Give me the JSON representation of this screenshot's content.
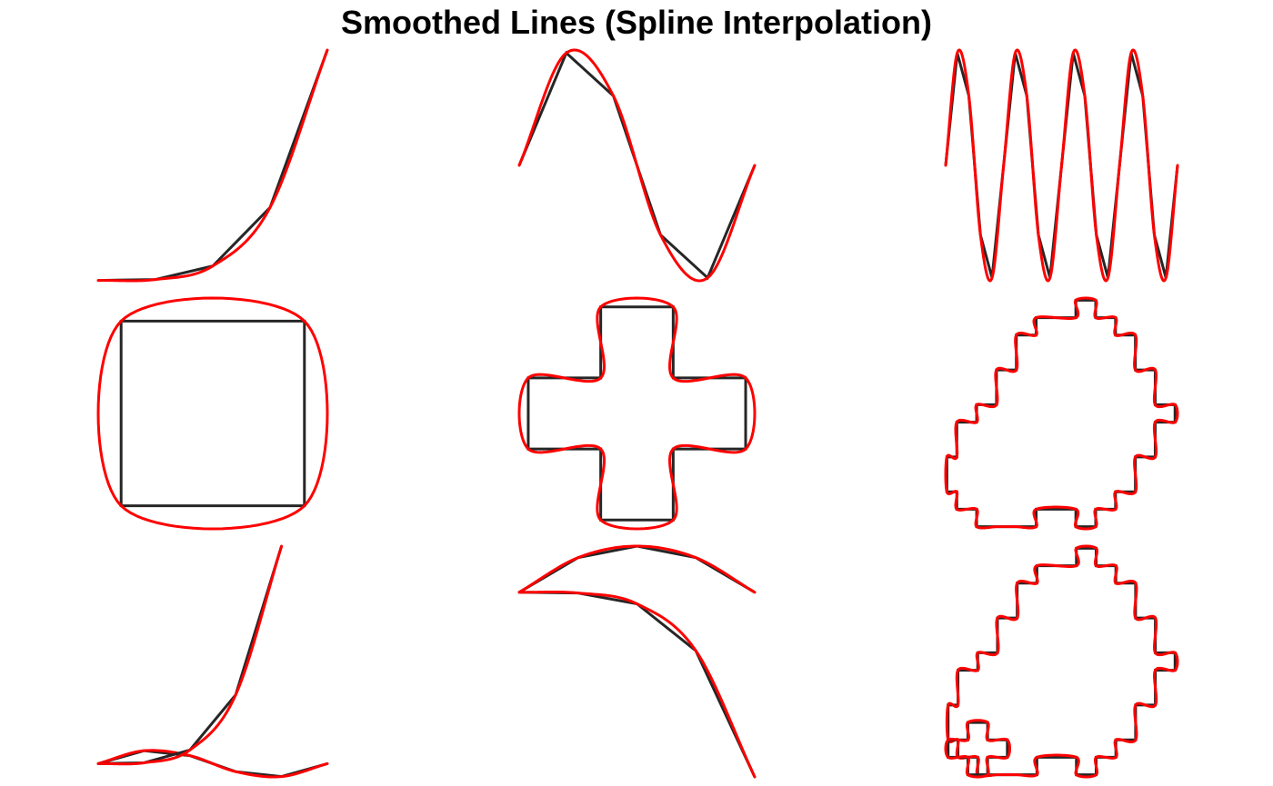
{
  "title": "Smoothed Lines (Spline Interpolation)",
  "colors": {
    "raw": "#262626",
    "smooth": "#ff0000",
    "background": "#ffffff"
  },
  "chart_data": [
    {
      "type": "line",
      "panel": "r1c1",
      "closed": false,
      "series": [
        {
          "x": [
            0,
            1,
            2,
            3,
            4
          ],
          "y": [
            0,
            0.0625,
            1,
            5.0625,
            16
          ]
        }
      ],
      "grid": false,
      "axes": "off"
    },
    {
      "type": "line",
      "panel": "r1c2",
      "closed": false,
      "series": [
        {
          "x": [
            0,
            1,
            2,
            3,
            4,
            5
          ],
          "y": [
            0,
            0.951,
            0.588,
            -0.588,
            -0.951,
            0
          ]
        }
      ],
      "grid": false,
      "axes": "off"
    },
    {
      "type": "line",
      "panel": "r1c3",
      "closed": false,
      "series": [
        {
          "x": [
            0,
            1,
            2,
            3,
            4,
            5,
            6,
            7,
            8,
            9,
            10,
            11,
            12,
            13,
            14,
            15,
            16,
            17,
            18,
            19,
            20
          ],
          "y": [
            0,
            0.951,
            0.588,
            -0.588,
            -0.951,
            0,
            0.951,
            0.588,
            -0.588,
            -0.951,
            0,
            0.951,
            0.588,
            -0.588,
            -0.951,
            0,
            0.951,
            0.588,
            -0.588,
            -0.951,
            0
          ]
        }
      ],
      "grid": false,
      "axes": "off"
    },
    {
      "type": "line",
      "panel": "r2c1",
      "closed": true,
      "series": [
        {
          "x": [
            0,
            1,
            1,
            0
          ],
          "y": [
            0,
            0,
            1,
            1
          ]
        }
      ],
      "grid": false,
      "axes": "off"
    },
    {
      "type": "line",
      "panel": "r2c2",
      "closed": true,
      "series": [
        {
          "x": [
            1,
            2,
            2,
            3,
            3,
            2,
            2,
            1,
            1,
            0,
            0,
            1
          ],
          "y": [
            0,
            0,
            1,
            1,
            2,
            2,
            3,
            3,
            2,
            2,
            1,
            1
          ]
        }
      ],
      "grid": false,
      "axes": "off"
    },
    {
      "type": "line",
      "panel": "r2c3",
      "closed": true,
      "series": [
        {
          "x": [
            3.5,
            4.5,
            4.5,
            6.5,
            6.5,
            7.5,
            7.5,
            8.5,
            8.5,
            9.5,
            9.5,
            10.5,
            10.5,
            11.5,
            11.5,
            10.5,
            10.5,
            9.5,
            9.5,
            8.5,
            8.5,
            7.5,
            7.5,
            6.5,
            6.5,
            4.5,
            4.5,
            3.5,
            3.5,
            2.5,
            2.5,
            1.5,
            1.5,
            0.5,
            0.5,
            0,
            0,
            0.5,
            0.5,
            1.5,
            1.5,
            2.5,
            2.5,
            3.5
          ],
          "y": [
            0,
            0,
            1,
            1,
            0,
            0,
            1,
            1,
            2,
            2,
            4,
            4,
            6,
            6,
            7,
            7,
            9,
            9,
            11,
            11,
            12,
            12,
            13,
            13,
            12,
            12,
            11,
            11,
            9,
            9,
            7,
            7,
            6,
            6,
            4,
            4,
            2,
            2,
            1,
            1,
            0,
            0,
            0,
            0
          ]
        }
      ],
      "grid": false,
      "axes": "off"
    },
    {
      "type": "line",
      "panel": "r3c1",
      "closed": false,
      "series": [
        {
          "x": [
            0,
            1,
            2,
            3,
            4,
            5
          ],
          "y": [
            0,
            0.951,
            0.588,
            -0.588,
            -0.951,
            0
          ]
        },
        {
          "x": [
            0,
            1,
            2,
            3,
            4
          ],
          "y": [
            0,
            0.0625,
            1,
            5.0625,
            16
          ]
        }
      ],
      "grid": false,
      "axes": "off"
    },
    {
      "type": "line",
      "panel": "r3c2",
      "closed": false,
      "series": [
        {
          "x": [
            0,
            1,
            2,
            3,
            4
          ],
          "y": [
            0,
            -0.0625,
            -1,
            -5.0625,
            -16
          ]
        },
        {
          "x": [
            0,
            1,
            2,
            3,
            4
          ],
          "y": [
            0,
            3,
            4,
            3,
            0
          ]
        }
      ],
      "grid": false,
      "axes": "off"
    },
    {
      "type": "line",
      "panel": "r3c3",
      "closed": true,
      "series": [
        {
          "x": [
            3.5,
            4.5,
            4.5,
            6.5,
            6.5,
            7.5,
            7.5,
            8.5,
            8.5,
            9.5,
            9.5,
            10.5,
            10.5,
            11.5,
            11.5,
            10.5,
            10.5,
            9.5,
            9.5,
            8.5,
            8.5,
            7.5,
            7.5,
            6.5,
            6.5,
            4.5,
            4.5,
            3.5,
            3.5,
            2.5,
            2.5,
            1.5,
            1.5,
            0.5,
            0.5,
            0,
            0,
            0.5,
            0.5,
            1.5,
            1.5,
            2.5,
            2.5,
            3.5
          ],
          "y": [
            0,
            0,
            1,
            1,
            0,
            0,
            1,
            1,
            2,
            2,
            4,
            4,
            6,
            6,
            7,
            7,
            9,
            9,
            11,
            11,
            12,
            12,
            13,
            13,
            12,
            12,
            11,
            11,
            9,
            9,
            7,
            7,
            6,
            6,
            4,
            4,
            2,
            2,
            1,
            1,
            0,
            0,
            0,
            0
          ]
        },
        {
          "x": [
            1,
            2,
            2,
            3,
            3,
            2,
            2,
            1,
            1,
            0,
            0,
            1
          ],
          "y": [
            0,
            0,
            1,
            1,
            2,
            2,
            3,
            3,
            2,
            2,
            1,
            1
          ]
        }
      ],
      "grid": false,
      "axes": "off"
    }
  ]
}
